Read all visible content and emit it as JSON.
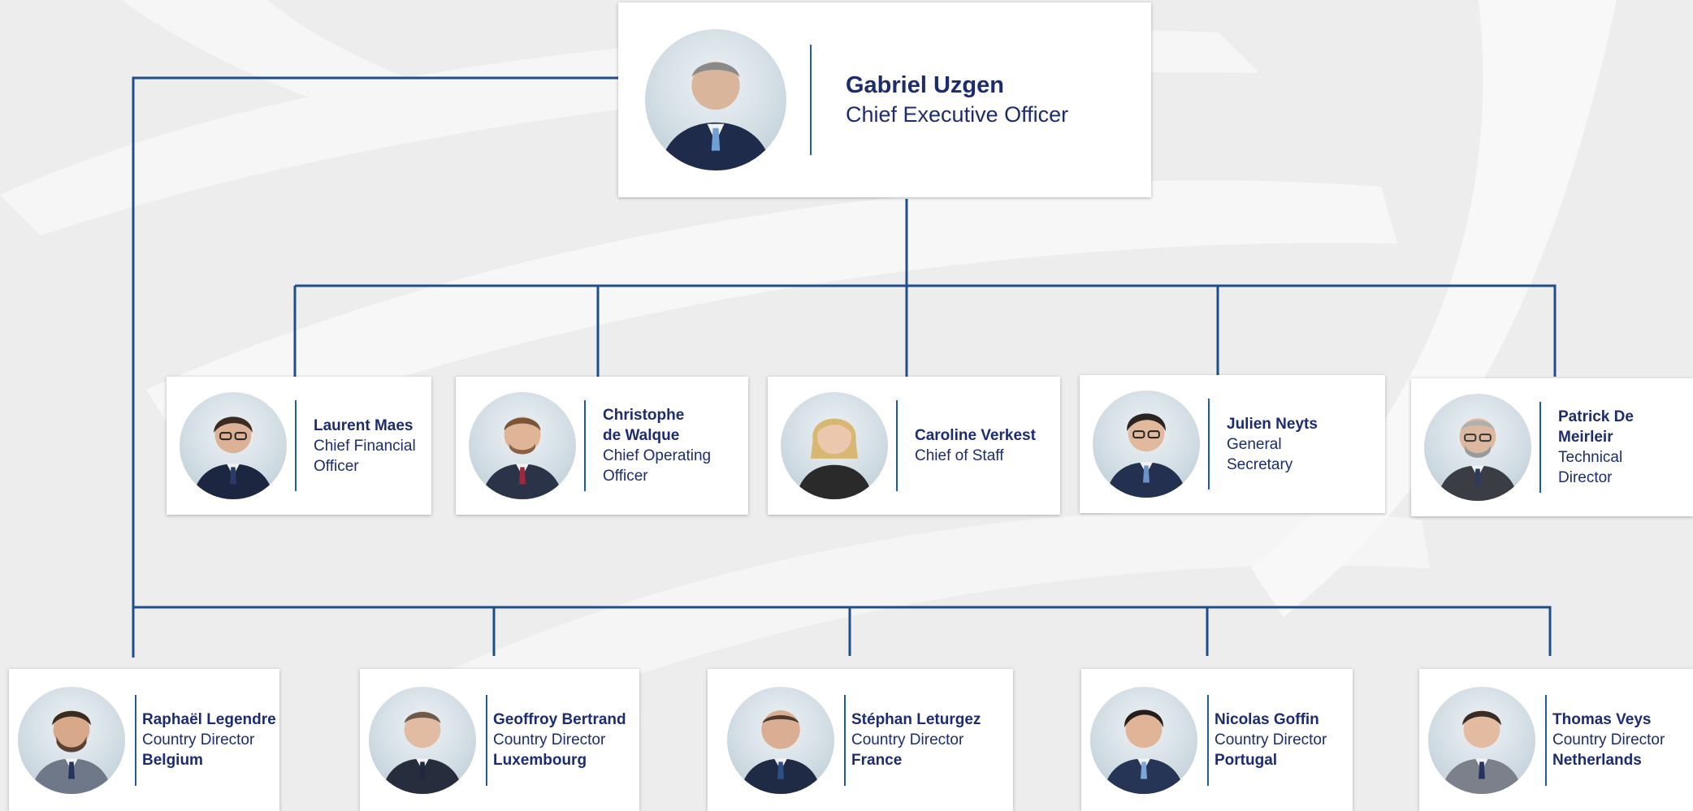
{
  "ceo": {
    "name": "Gabriel Uzgen",
    "title": "Chief Executive Officer"
  },
  "executives": [
    {
      "name": "Laurent Maes",
      "title_lines": [
        "Chief Financial",
        "Officer"
      ]
    },
    {
      "name_lines": [
        "Christophe",
        "de Walque"
      ],
      "title_lines": [
        "Chief Operating",
        "Officer"
      ]
    },
    {
      "name": "Caroline Verkest",
      "title_lines": [
        "Chief of Staff"
      ]
    },
    {
      "name": "Julien Neyts",
      "title_lines": [
        "General",
        "Secretary"
      ]
    },
    {
      "name_lines": [
        "Patrick De",
        "Meirleir"
      ],
      "title_lines": [
        "Technical",
        "Director"
      ]
    }
  ],
  "country_directors": [
    {
      "name": "Raphaël Legendre",
      "title": "Country Director",
      "country": "Belgium"
    },
    {
      "name": "Geoffroy Bertrand",
      "title": "Country Director",
      "country": "Luxembourg"
    },
    {
      "name": "Stéphan Leturgez",
      "title": "Country Director",
      "country": "France"
    },
    {
      "name": "Nicolas Goffin",
      "title": "Country Director",
      "country": "Portugal"
    },
    {
      "name": "Thomas Veys",
      "title": "Country Director",
      "country": "Netherlands"
    }
  ],
  "colors": {
    "connector": "#1f4e8c",
    "text": "#1c2c6e",
    "divider": "#1f5fa0",
    "background": "#ededed"
  }
}
